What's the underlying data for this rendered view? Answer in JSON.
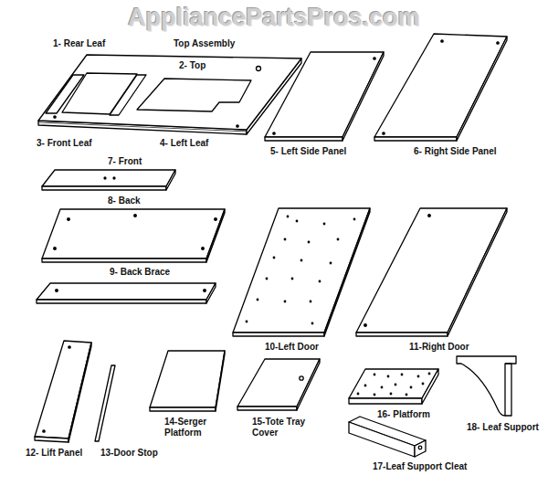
{
  "diagram": {
    "labels": [
      "AppliancePartsPros.com",
      "1- Rear Leaf",
      "Top Assembly",
      "2- Top",
      "3- Front Leaf",
      "4- Left Leaf",
      "5- Left Side Panel",
      "6- Right Side Panel",
      "7- Front",
      "8- Back",
      "9- Back Brace",
      "10-Left Door",
      "11-Right Door",
      "12- Lift Panel",
      "13-Door Stop",
      "14-Serger Platform",
      "15-Tote Tray Cover",
      "16- Platform",
      "17-Leaf Support Cleat",
      "18- Leaf Support"
    ]
  }
}
